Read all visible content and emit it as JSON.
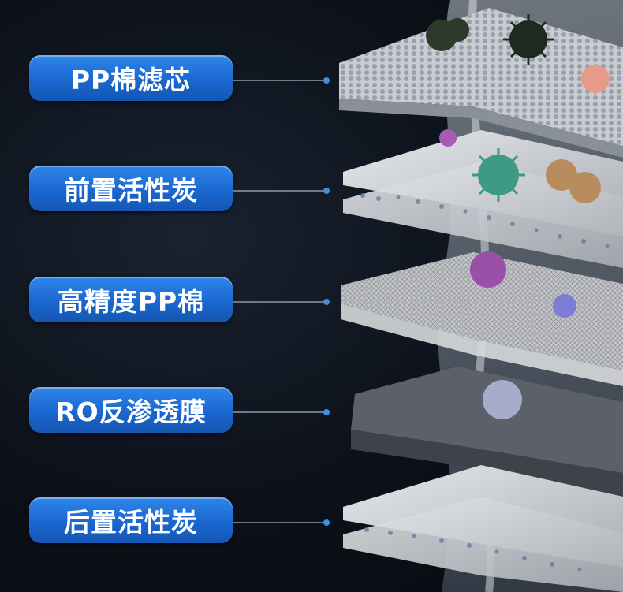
{
  "layers": [
    {
      "label": "PP棉滤芯"
    },
    {
      "label": "前置活性炭"
    },
    {
      "label": "高精度PP棉"
    },
    {
      "label": "RO反渗透膜"
    },
    {
      "label": "后置活性炭"
    }
  ],
  "colors": {
    "pill_top": "#2f86ea",
    "pill_bottom": "#1556b5",
    "leader": "#6f7a88",
    "dot": "#3d8fe0",
    "background": "#0c1119"
  }
}
